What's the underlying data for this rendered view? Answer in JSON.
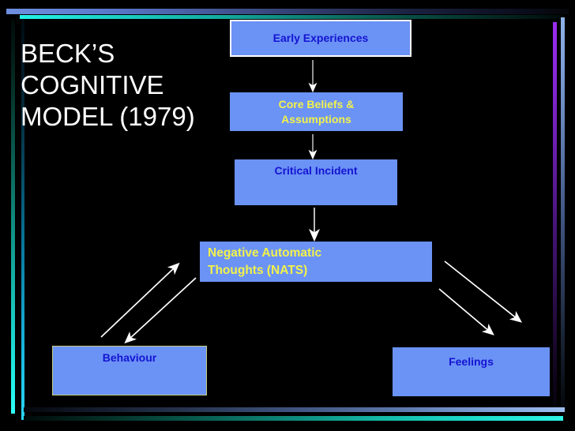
{
  "slide": {
    "title": "BECK’S\nCOGNITIVE\nMODEL (1979)",
    "title_color": "#ffffff",
    "background_color": "#000000"
  },
  "diagram": {
    "box_fill_color": "#6b92f5",
    "boxes": [
      {
        "id": "early-experiences",
        "label": "Early Experiences",
        "text_color": "#1414d2",
        "border_color": "#ffffff"
      },
      {
        "id": "core-beliefs",
        "label": "Core Beliefs &\nAssumptions",
        "text_color": "#f2f24a",
        "border_color": "none"
      },
      {
        "id": "critical-incident",
        "label": "Critical Incident",
        "text_color": "#1414d2",
        "border_color": "none"
      },
      {
        "id": "nats",
        "label": "Negative Automatic\nThoughts (NATS)",
        "text_color": "#f2f24a",
        "border_color": "none"
      },
      {
        "id": "behaviour",
        "label": "Behaviour",
        "text_color": "#1414d2",
        "border_color": "#c6cc7e"
      },
      {
        "id": "feelings",
        "label": "Feelings",
        "text_color": "#1414d2",
        "border_color": "none"
      }
    ],
    "arrows": [
      {
        "id": "early-to-core",
        "from": "early-experiences",
        "to": "core-beliefs",
        "direction": "down",
        "color": "#ffffff"
      },
      {
        "id": "core-to-critical",
        "from": "core-beliefs",
        "to": "critical-incident",
        "direction": "down",
        "color": "#ffffff"
      },
      {
        "id": "critical-to-nats",
        "from": "critical-incident",
        "to": "nats",
        "direction": "down",
        "color": "#ffffff"
      },
      {
        "id": "behaviour-to-nats",
        "from": "behaviour",
        "to": "nats",
        "direction": "up-right",
        "color": "#ffffff"
      },
      {
        "id": "nats-to-behaviour",
        "from": "nats",
        "to": "behaviour",
        "direction": "down-left",
        "color": "#ffffff"
      },
      {
        "id": "nats-to-feelings",
        "from": "nats",
        "to": "feelings",
        "direction": "down-right",
        "color": "#ffffff"
      },
      {
        "id": "nats-to-feelings-2",
        "from": "nats",
        "to": "feelings",
        "direction": "down-right",
        "color": "#ffffff"
      }
    ]
  },
  "decor": {
    "top_blue_bar": "#6f8fe0",
    "top_cyan_bar": "#25f0e8",
    "left_cyan_bar": "#2ffff8",
    "right_purple_bar": "#9b2df0",
    "right_blue_bar": "#8fb2e8",
    "bottom_blue_bar": "#9ec0f0",
    "bottom_cyan_bar": "#2df5e6"
  }
}
